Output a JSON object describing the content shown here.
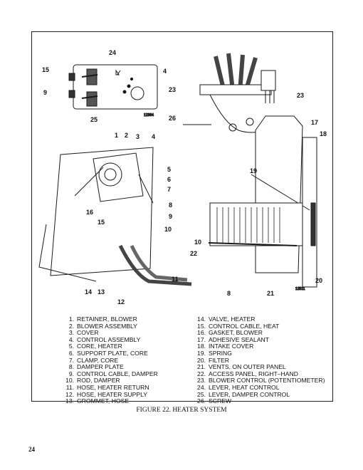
{
  "legend": {
    "items": [
      {
        "n": "1.",
        "t": "RETAINER, BLOWER"
      },
      {
        "n": "2.",
        "t": "BLOWER ASSEMBLY"
      },
      {
        "n": "3.",
        "t": "COVER"
      },
      {
        "n": "4.",
        "t": "CONTROL ASSEMBLY"
      },
      {
        "n": "5.",
        "t": "CORE, HEATER"
      },
      {
        "n": "6.",
        "t": "SUPPORT PLATE, CORE"
      },
      {
        "n": "7.",
        "t": "CLAMP, CORE"
      },
      {
        "n": "8.",
        "t": "DAMPER PLATE"
      },
      {
        "n": "9.",
        "t": "CONTROL CABLE, DAMPER"
      },
      {
        "n": "10.",
        "t": "ROD, DAMPER"
      },
      {
        "n": "11.",
        "t": "HOSE, HEATER RETURN"
      },
      {
        "n": "12.",
        "t": "HOSE, HEATER SUPPLY"
      },
      {
        "n": "13.",
        "t": "GROMMET, HOSE"
      },
      {
        "n": "14.",
        "t": "VALVE, HEATER"
      },
      {
        "n": "15.",
        "t": "CONTROL CABLE, HEAT"
      },
      {
        "n": "16.",
        "t": "GASKET, BLOWER"
      },
      {
        "n": "17.",
        "t": "ADHESIVE SEALANT"
      },
      {
        "n": "18.",
        "t": "INTAKE COVER"
      },
      {
        "n": "19.",
        "t": "SPRING"
      },
      {
        "n": "20.",
        "t": "FILTER"
      },
      {
        "n": "21.",
        "t": "VENTS, ON OUTER PANEL"
      },
      {
        "n": "22.",
        "t": "ACCESS PANEL, RIGHT–HAND"
      },
      {
        "n": "23.",
        "t": "BLOWER CONTROL (POTENTIOMETER)"
      },
      {
        "n": "24.",
        "t": "LEVER, HEAT CONTROL"
      },
      {
        "n": "25.",
        "t": "LEVER, DAMPER CONTROL"
      },
      {
        "n": "26.",
        "t": "SCREW"
      }
    ]
  },
  "figure": {
    "caption": "FIGURE 22. HEATER SYSTEM",
    "callouts": [
      "1",
      "2",
      "3",
      "4",
      "5",
      "6",
      "7",
      "8",
      "9",
      "10",
      "11",
      "12",
      "13",
      "14",
      "15",
      "16",
      "17",
      "18",
      "19",
      "20",
      "21",
      "22",
      "23",
      "24",
      "25",
      "26"
    ],
    "drawing_codes": {
      "control_panel": "12364",
      "main": "12511"
    }
  },
  "page": {
    "number": "24"
  }
}
